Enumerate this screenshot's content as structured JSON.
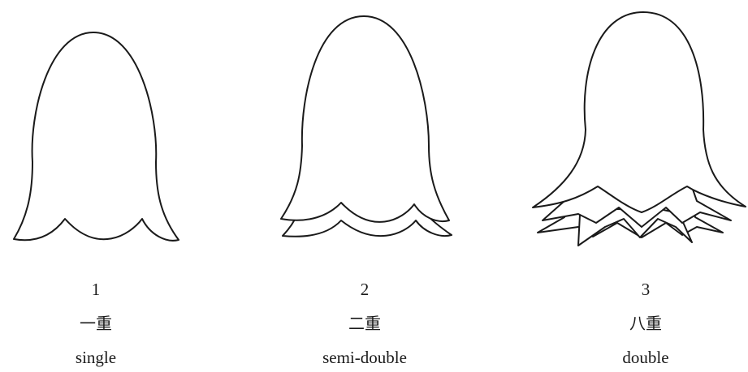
{
  "figures": [
    {
      "number": "1",
      "japanese": "一重",
      "english": "single",
      "icon": "single-bell-flower-icon"
    },
    {
      "number": "2",
      "japanese": "二重",
      "english": "semi-double",
      "icon": "semi-double-bell-flower-icon"
    },
    {
      "number": "3",
      "japanese": "八重",
      "english": "double",
      "icon": "double-bell-flower-icon"
    }
  ],
  "colors": {
    "stroke": "#1a1a1a",
    "background": "#ffffff"
  }
}
